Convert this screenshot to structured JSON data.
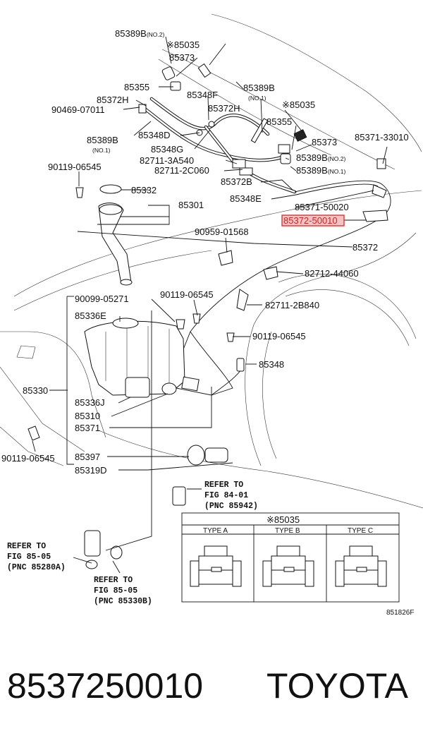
{
  "labels": {
    "l01": "85389B",
    "l01s": "(NO.2)",
    "l02": "※85035",
    "l03": "85373",
    "l04": "85355",
    "l05": "85348F",
    "l06": "85389B",
    "l06s": "(NO.1)",
    "l07": "85372H",
    "l08": "90469-07011",
    "l09": "85372H",
    "l10": "※85035",
    "l11": "85389B",
    "l11s": "(NO.1)",
    "l12": "85348D",
    "l13": "85355",
    "l14": "85373",
    "l15": "85371-33010",
    "l16": "85348G",
    "l17": "82711-3A540",
    "l18": "85389B",
    "l18s": "(NO.2)",
    "l19": "82711-2C060",
    "l20": "85389B",
    "l20s": "(NO.1)",
    "l21": "90119-06545",
    "l22": "85372B",
    "l23": "85332",
    "l24": "85348E",
    "l25": "85301",
    "l26": "85371-50020",
    "l27": "85372-50010",
    "l28": "90959-01568",
    "l29": "85372",
    "l30": "82712-44060",
    "l31": "90099-05271",
    "l32": "90119-06545",
    "l33": "82711-2B840",
    "l34": "85336E",
    "l35": "90119-06545",
    "l36": "85348",
    "l37": "85330",
    "l38": "85336J",
    "l39": "85310",
    "l40": "85371",
    "l41": "90119-06545",
    "l42": "85397",
    "l43": "85319D"
  },
  "refs": {
    "r1a": "REFER TO",
    "r1b": "FIG 84-01",
    "r1c": "(PNC 85942)",
    "r2a": "REFER TO",
    "r2b": "FIG 85-05",
    "r2c": "(PNC 85280A)",
    "r3a": "REFER TO",
    "r3b": "FIG 85-05",
    "r3c": "(PNC 85330B)"
  },
  "type_box": {
    "title": "※85035",
    "types": [
      "TYPE A",
      "TYPE B",
      "TYPE C"
    ]
  },
  "figure_code": "851826F",
  "highlight_color": "#d23a3a",
  "footer": {
    "part_number": "8537250010",
    "brand": "TOYOTA"
  }
}
